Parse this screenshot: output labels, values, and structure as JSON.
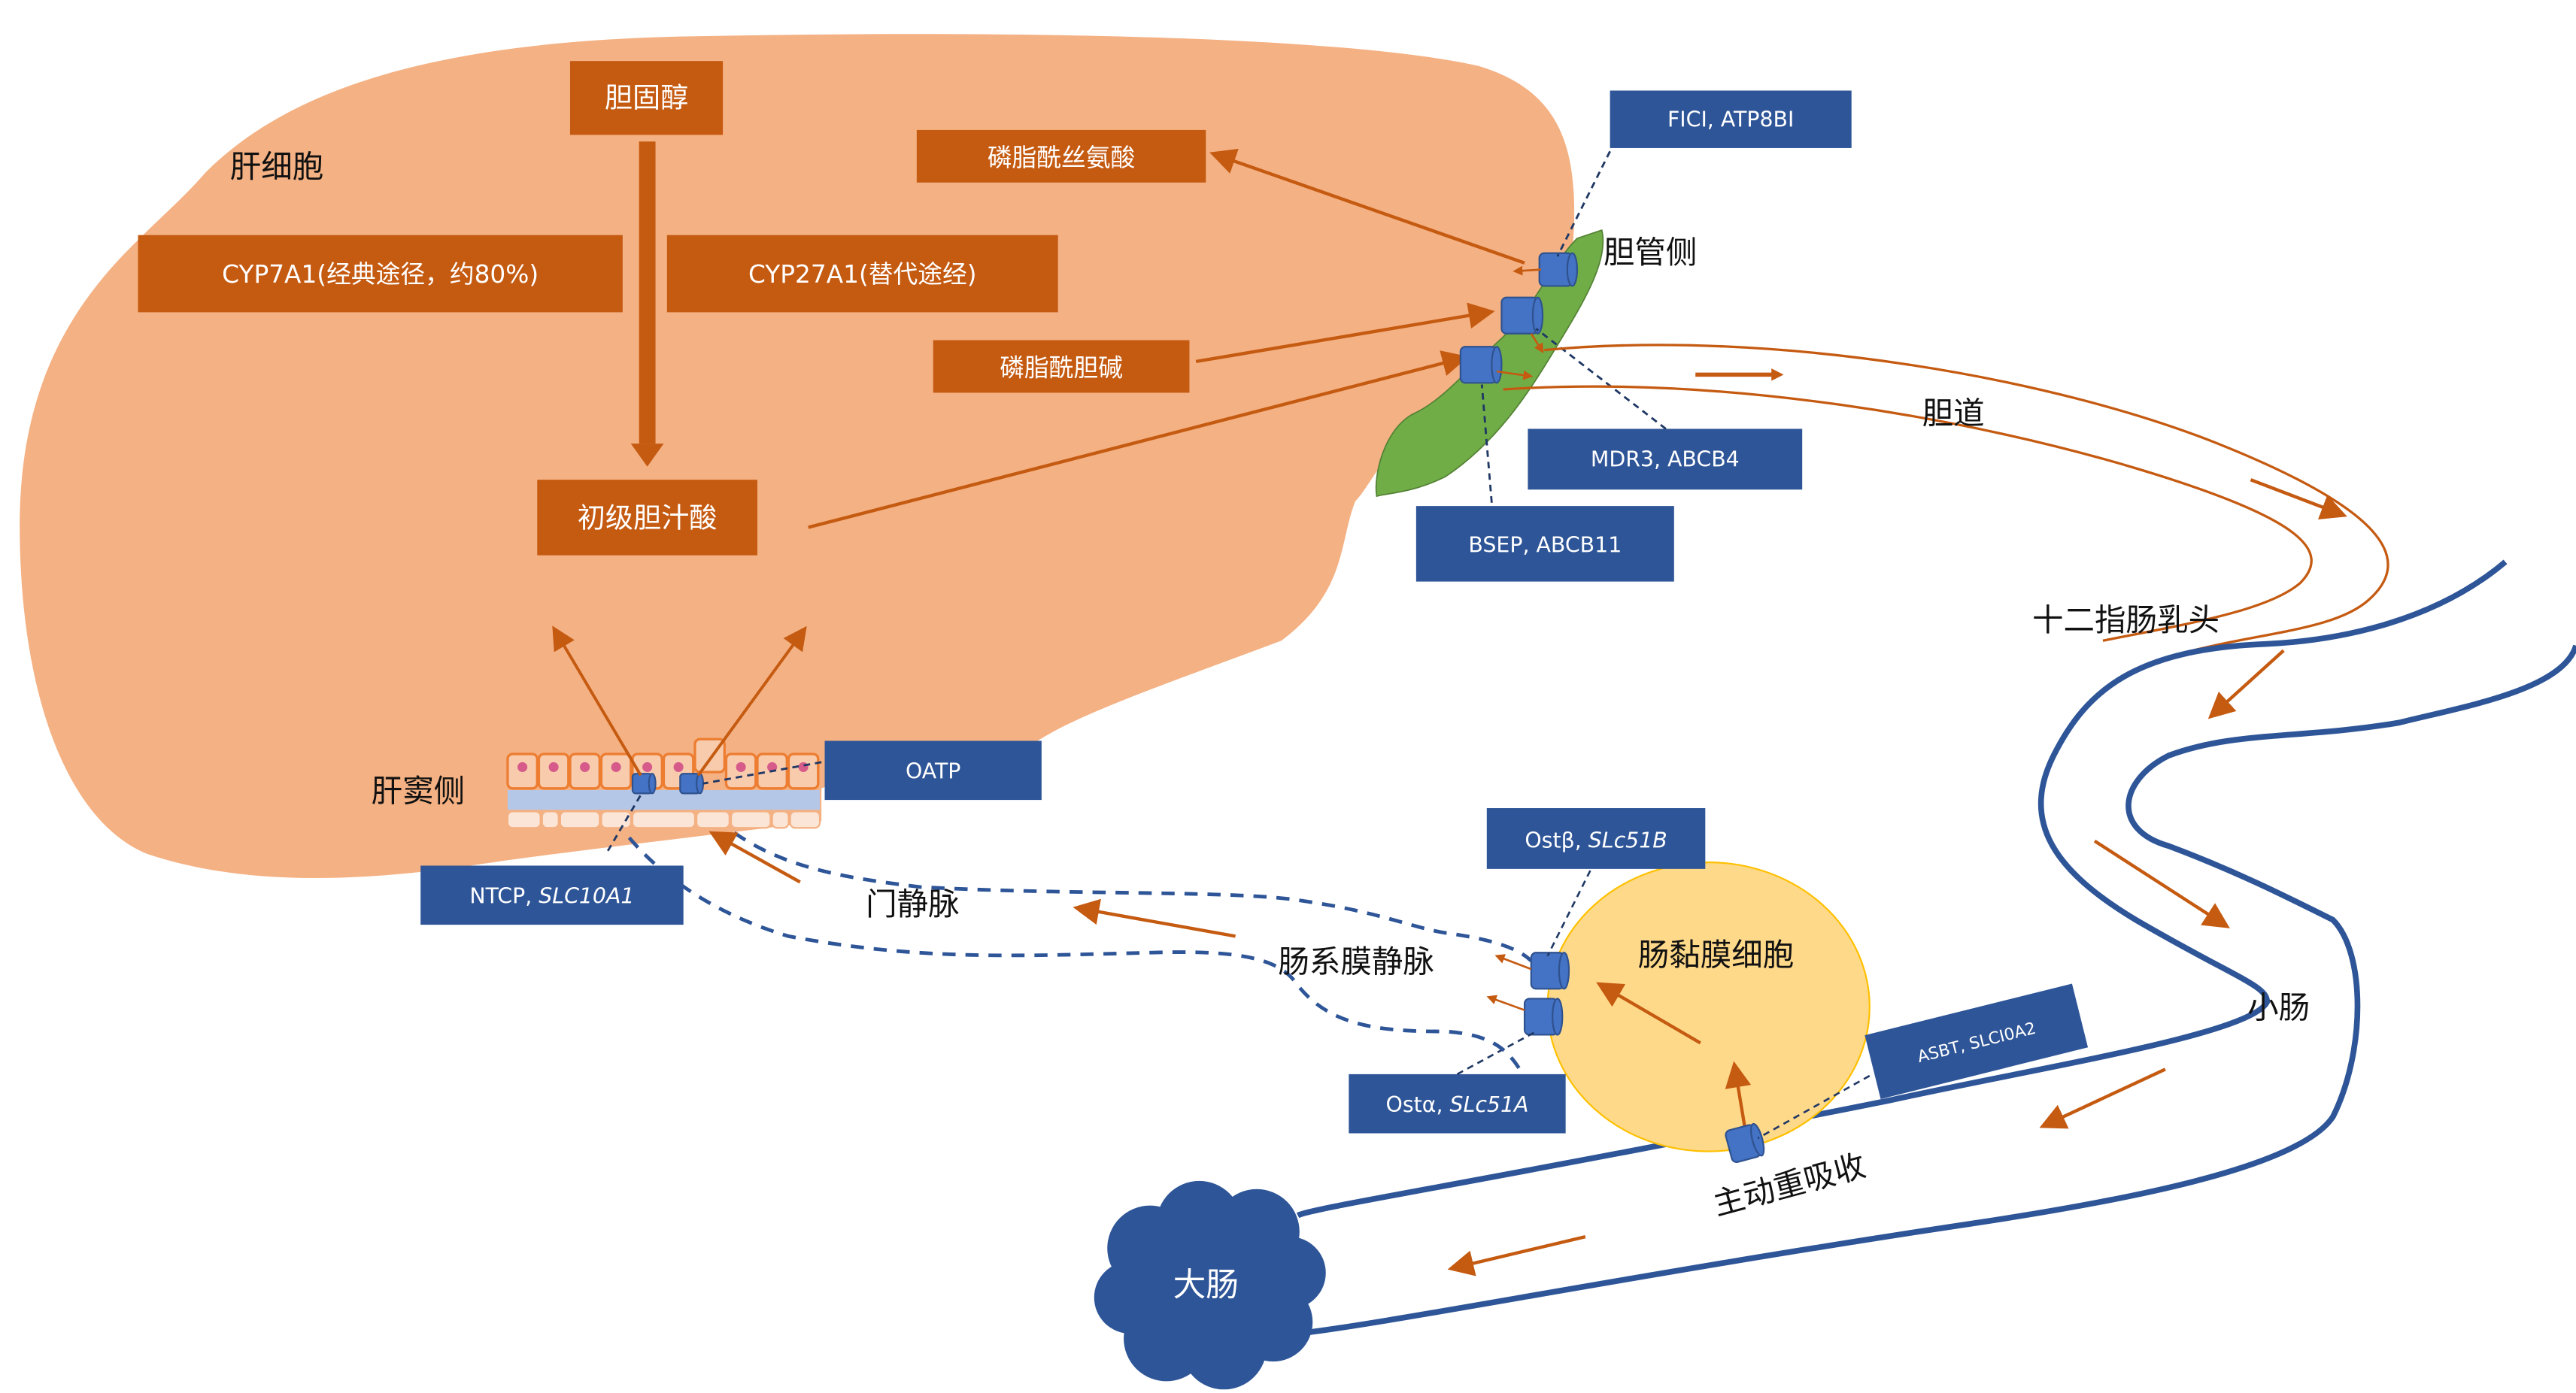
{
  "colors": {
    "liver": "#f4b183",
    "orange": "#c55a11",
    "blue_box": "#2e5597",
    "transporter": "#4472c4",
    "canaliculus": "#70ad47",
    "enterocyte": "#ffd98a",
    "intestine": "#2e5597"
  },
  "liver": {
    "title": "肝细胞",
    "cholesterol": "胆固醇",
    "cyp7a1": "CYP7A1(经典途径，约80%)",
    "cyp27a1": "CYP27A1(替代途经)",
    "primary_bile_acid": "初级胆汁酸",
    "phosphatidylserine": "磷脂酰丝氨酸",
    "phosphatidylcholine": "磷脂酰胆碱",
    "sinusoidal_side": "肝窦侧",
    "canalicular_side": "胆管侧"
  },
  "transporters": {
    "fic1": "FICI, ATP8BI",
    "mdr3": "MDR3, ABCB4",
    "bsep": "BSEP, ABCB11",
    "oatp": "OATP",
    "ntcp_name": "NTCP, ",
    "ntcp_gene": "SLC10A1",
    "ostb_name": "Ostβ, ",
    "ostb_gene": "SLc51B",
    "osta_name": "Ostα, ",
    "osta_gene": "SLc51A",
    "asbt": "ASBT, SLCI0A2"
  },
  "labels": {
    "bile_duct": "胆道",
    "duodenal_papilla": "十二指肠乳头",
    "small_intestine": "小肠",
    "large_intestine": "大肠",
    "active_reabsorption": "主动重吸收",
    "enterocyte": "肠黏膜细胞",
    "mesenteric_vein": "肠系膜静脉",
    "portal_vein": "门静脉"
  }
}
